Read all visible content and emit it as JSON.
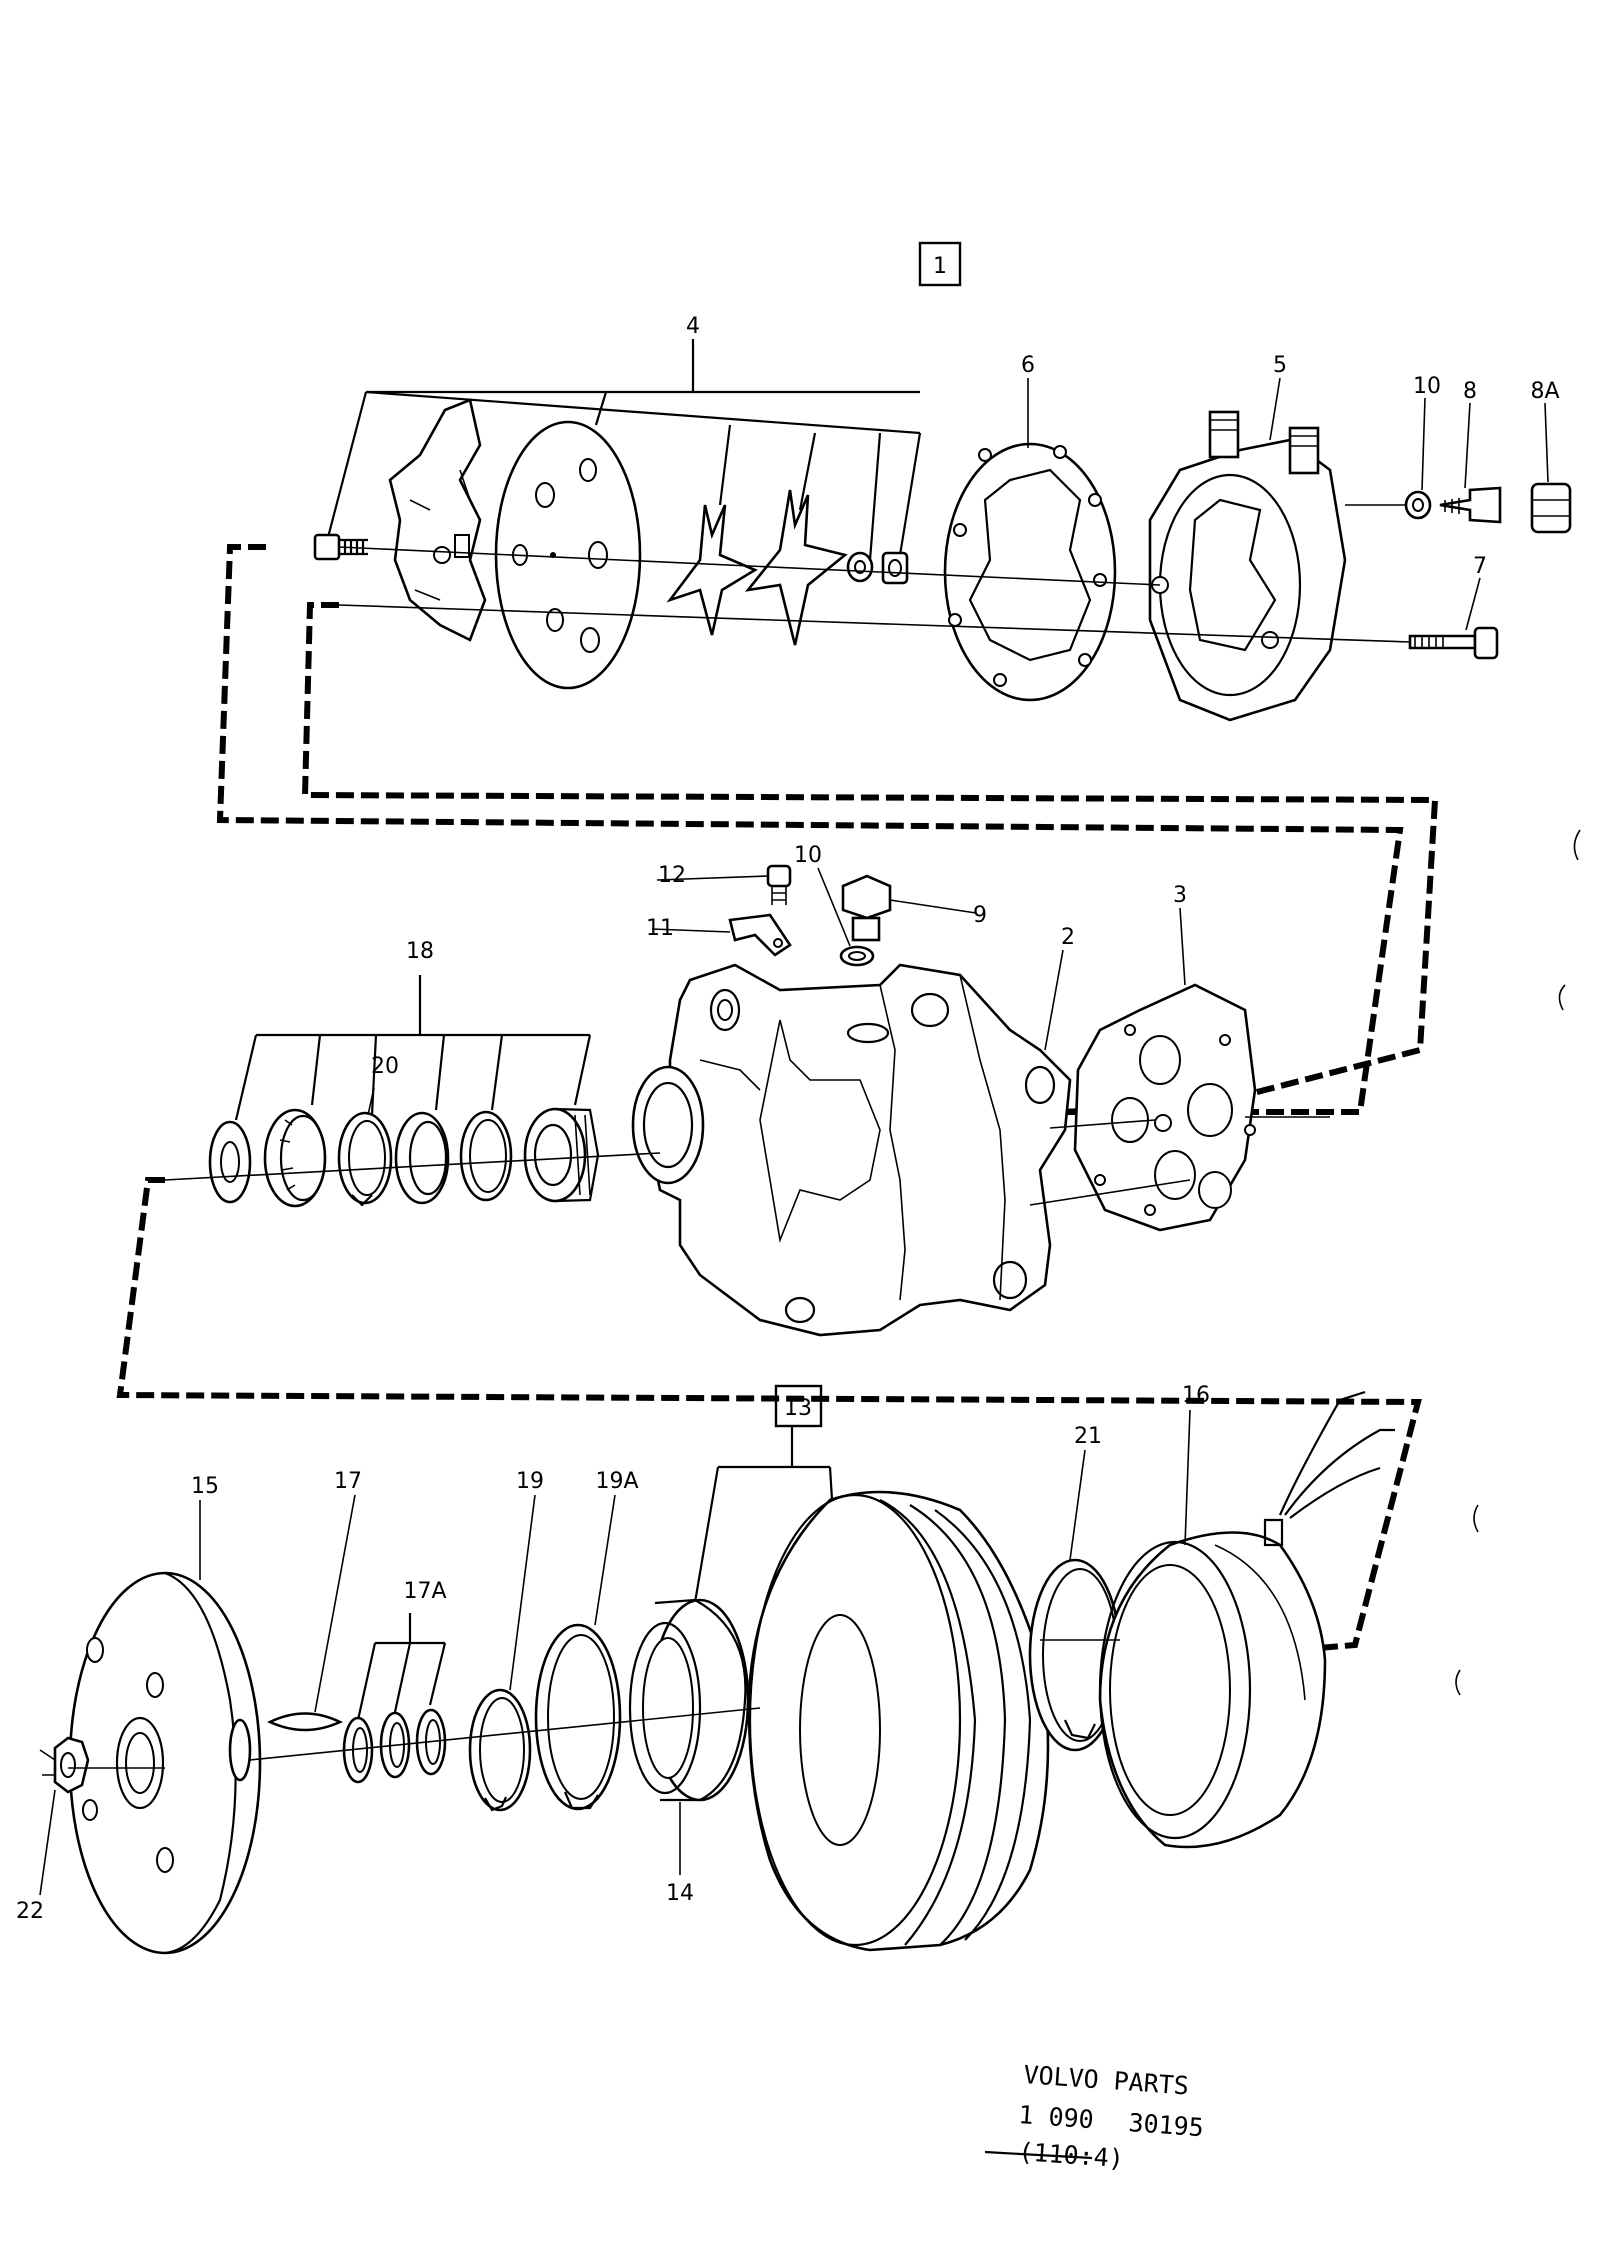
{
  "diagram": {
    "boxed_labels": {
      "group_1": "1",
      "group_13": "13"
    },
    "callouts": {
      "c1": "1",
      "c2": "2",
      "c3": "3",
      "c4": "4",
      "c5": "5",
      "c6": "6",
      "c7": "7",
      "c8": "8",
      "c8a": "8A",
      "c9": "9",
      "c10a": "10",
      "c10b": "10",
      "c11": "11",
      "c12": "12",
      "c13": "13",
      "c14": "14",
      "c15": "15",
      "c16": "16",
      "c17": "17",
      "c17a": "17A",
      "c18": "18",
      "c19": "19",
      "c19a": "19A",
      "c20": "20",
      "c21": "21",
      "c22": "22"
    },
    "stamp": {
      "line1": "VOLVO PARTS",
      "line2_a": "1 090",
      "line2_b": "30195",
      "line3": "(110:4)"
    }
  }
}
